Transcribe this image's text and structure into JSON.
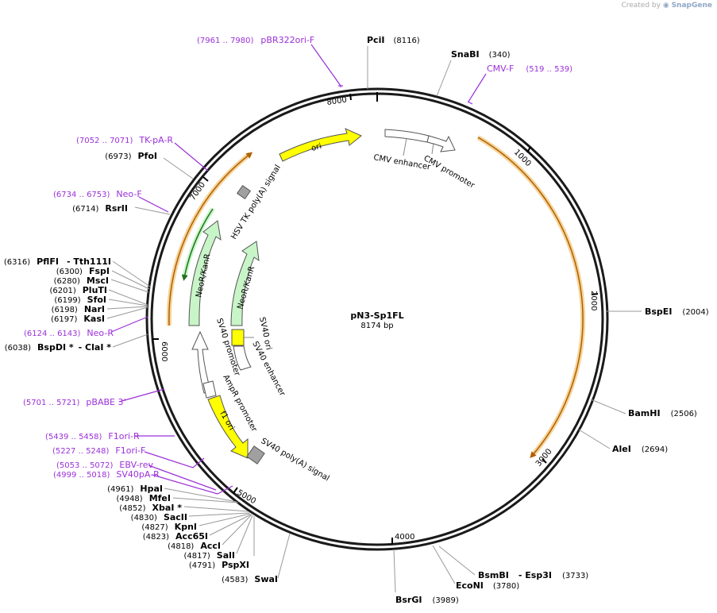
{
  "credit": {
    "prefix": "Created by",
    "brand": "SnapGene"
  },
  "plasmid": {
    "name": "pN3-Sp1FL",
    "size_label": "8174 bp",
    "length": 8174
  },
  "ticks": [
    "1000",
    "2000",
    "3000",
    "4000",
    "5000",
    "6000",
    "7000",
    "8000"
  ],
  "enzymes": [
    {
      "name": "PciI",
      "pos": "(8116)"
    },
    {
      "name": "SnaBI",
      "pos": "(340)"
    },
    {
      "name": "BspEI",
      "pos": "(2004)"
    },
    {
      "name": "BamHI",
      "pos": "(2506)"
    },
    {
      "name": "AleI",
      "pos": "(2694)"
    },
    {
      "name": "BsmBI",
      "extra": "- Esp3I",
      "pos": "(3733)"
    },
    {
      "name": "EcoNI",
      "pos": "(3780)"
    },
    {
      "name": "BsrGI",
      "pos": "(3989)"
    },
    {
      "name": "SwaI",
      "pos": "(4583)"
    },
    {
      "name": "PspXI",
      "pos": "(4791)"
    },
    {
      "name": "SalI",
      "pos": "(4817)"
    },
    {
      "name": "AccI",
      "pos": "(4818)"
    },
    {
      "name": "Acc65I",
      "pos": "(4823)"
    },
    {
      "name": "KpnI",
      "pos": "(4827)"
    },
    {
      "name": "SacII",
      "pos": "(4830)"
    },
    {
      "name": "XbaI *",
      "pos": "(4852)"
    },
    {
      "name": "MfeI",
      "pos": "(4948)"
    },
    {
      "name": "HpaI",
      "pos": "(4961)"
    },
    {
      "name": "BspDI *",
      "extra": "- ClaI *",
      "pos": "(6038)"
    },
    {
      "name": "KasI",
      "pos": "(6197)"
    },
    {
      "name": "NarI",
      "pos": "(6198)"
    },
    {
      "name": "SfoI",
      "pos": "(6199)"
    },
    {
      "name": "PluTI",
      "pos": "(6201)"
    },
    {
      "name": "MscI",
      "pos": "(6280)"
    },
    {
      "name": "FspI",
      "pos": "(6300)"
    },
    {
      "name": "PflFI",
      "extra": "- Tth111I",
      "pos": "(6316)"
    },
    {
      "name": "RsrII",
      "pos": "(6714)"
    },
    {
      "name": "PfoI",
      "pos": "(6973)"
    }
  ],
  "primers": [
    {
      "name": "pBR322ori-F",
      "range": "(7961 .. 7980)"
    },
    {
      "name": "CMV-F",
      "range": "(519 .. 539)"
    },
    {
      "name": "TK-pA-R",
      "range": "(7052 .. 7071)"
    },
    {
      "name": "Neo-F",
      "range": "(6734 .. 6753)"
    },
    {
      "name": "Neo-R",
      "range": "(6124 .. 6143)"
    },
    {
      "name": "pBABE 3'",
      "range": "(5701 .. 5721)"
    },
    {
      "name": "F1ori-R",
      "range": "(5439 .. 5458)"
    },
    {
      "name": "F1ori-F",
      "range": "(5227 .. 5248)"
    },
    {
      "name": "EBV-rev",
      "range": "(5053 .. 5072)"
    },
    {
      "name": "SV40pA-R",
      "range": "(4999 .. 5018)"
    }
  ],
  "features": [
    {
      "name": "ori"
    },
    {
      "name": "CMV enhancer"
    },
    {
      "name": "CMV promoter"
    },
    {
      "name": "HSV TK poly(A) signal"
    },
    {
      "name": "NeoR/KanR"
    },
    {
      "name": "NeoR/KanR"
    },
    {
      "name": "SV40 promoter"
    },
    {
      "name": "SV40 ori"
    },
    {
      "name": "SV40 enhancer"
    },
    {
      "name": "AmpR promoter"
    },
    {
      "name": "f1 ori"
    },
    {
      "name": "SV40 poly(A) signal"
    }
  ],
  "colors": {
    "backbone": "#1a1a1a",
    "primer": "#9b30d9",
    "orf_fill": "#ff8c00",
    "orf_glow": "#f5d49a",
    "ori_fill": "#ffff00",
    "neo_fill": "#c8f5c8",
    "promoter_fill": "#ffffff",
    "polya_fill": "#a0a0a0",
    "green_orf": "#2e8b2e"
  }
}
